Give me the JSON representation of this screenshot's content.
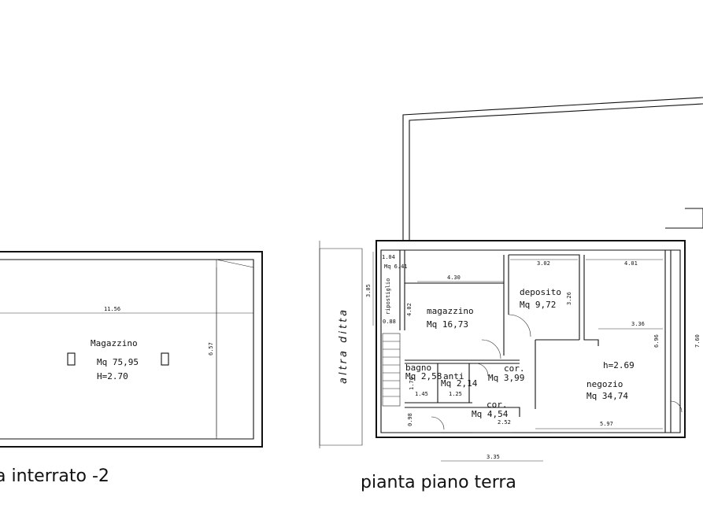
{
  "basement": {
    "title": "a interrato -2",
    "room": {
      "name": "Magazzino",
      "area": "Mq 75,95",
      "height": "H=2.70"
    },
    "dims": {
      "width": "11.56",
      "depth": "6.57"
    }
  },
  "ground": {
    "title": "pianta piano terra",
    "neighbor": "altra ditta",
    "rooms": {
      "ripostiglio": {
        "name": "ripostiglio",
        "area": "Mq 6.41"
      },
      "magazzino": {
        "name": "magazzino",
        "area": "Mq  16,73"
      },
      "deposito": {
        "name": "deposito",
        "area": "Mq  9,72"
      },
      "bagno": {
        "name": "bagno",
        "area": "Mq 2,58"
      },
      "anti": {
        "name": "anti",
        "area": "Mq 2,14"
      },
      "cor1": {
        "name": "cor.",
        "area": "Mq  3,99"
      },
      "cor2": {
        "name": "cor.",
        "area": "Mq  4,54"
      },
      "negozio": {
        "name": "negozio",
        "area": "Mq  34,74",
        "height": "h=2.69"
      }
    },
    "dims": {
      "d104": "1.04",
      "d305": "3.05",
      "d088": "0.88",
      "d430": "4.30",
      "d402": "4.02",
      "d302": "3.02",
      "d326": "3.26",
      "d401": "4.01",
      "d336": "3.36",
      "d696": "6.96",
      "d760": "7.60",
      "d176": "1.76",
      "d145": "1.45",
      "d125": "1.25",
      "d098": "0.98",
      "d252": "2.52",
      "d597": "5.97",
      "d335": "3.35"
    }
  }
}
